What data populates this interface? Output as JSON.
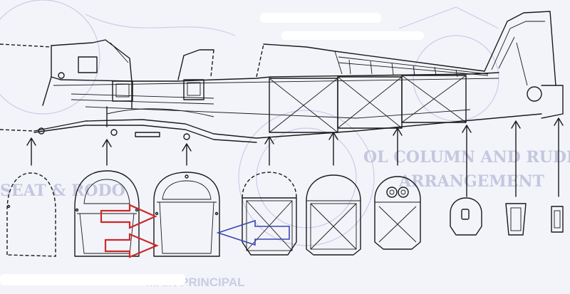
{
  "watermark": {
    "line1": "OL COLUMN AND RUDDER",
    "line2": "ARRANGEMENT",
    "left_text": "SEAT & RODO",
    "bottom_text": "MAIN PRINCIPAL"
  },
  "colors": {
    "ink": "#1a1a1a",
    "background": "#f3f4fa",
    "watermark": "#9ea4c8",
    "red_arrow": "#cc2a2a",
    "blue_arrow": "#3a46b0"
  },
  "cross_sections": [
    {
      "name": "station-1",
      "style": "dashed-outline"
    },
    {
      "name": "station-2",
      "style": "cockpit-frame"
    },
    {
      "name": "station-3",
      "style": "cockpit-frame"
    },
    {
      "name": "station-4",
      "style": "cross-braced-dashed-top"
    },
    {
      "name": "station-5",
      "style": "cross-braced"
    },
    {
      "name": "station-6",
      "style": "instrument-frame"
    },
    {
      "name": "station-7",
      "style": "small-frame"
    },
    {
      "name": "station-8",
      "style": "tail-frame"
    },
    {
      "name": "station-9",
      "style": "tail-post"
    }
  ],
  "indicator_arrows": [
    {
      "name": "red-arrow-upper",
      "color": "red",
      "direction": "right"
    },
    {
      "name": "red-arrow-lower",
      "color": "red",
      "direction": "right"
    },
    {
      "name": "blue-arrow",
      "color": "blue",
      "direction": "left"
    }
  ]
}
